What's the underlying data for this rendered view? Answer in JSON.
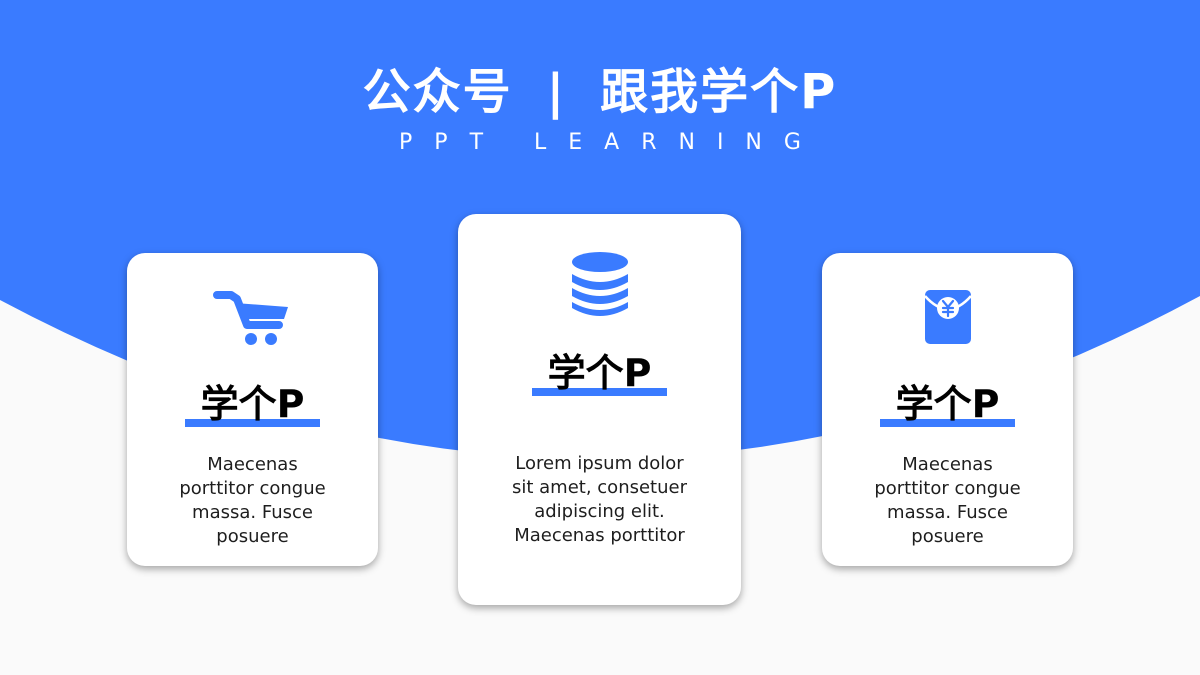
{
  "theme": {
    "accent": "#3a7bff",
    "background": "#fafafa",
    "card": "#ffffff"
  },
  "header": {
    "title_left": "公众号",
    "separator": "|",
    "title_right": "跟我学个P",
    "subtitle": "PPT LEARNING"
  },
  "cards": [
    {
      "icon": "shopping-cart-icon",
      "heading": "学个P",
      "text": "Maecenas\nporttitor congue\nmassa. Fusce\nposuere"
    },
    {
      "icon": "database-icon",
      "heading": "学个P",
      "text": "Lorem ipsum dolor\nsit amet, consetuer\nadipiscing elit.\nMaecenas porttitor"
    },
    {
      "icon": "red-envelope-yuan-icon",
      "heading": "学个P",
      "text": "Maecenas\nporttitor congue\nmassa. Fusce\nposuere"
    }
  ]
}
